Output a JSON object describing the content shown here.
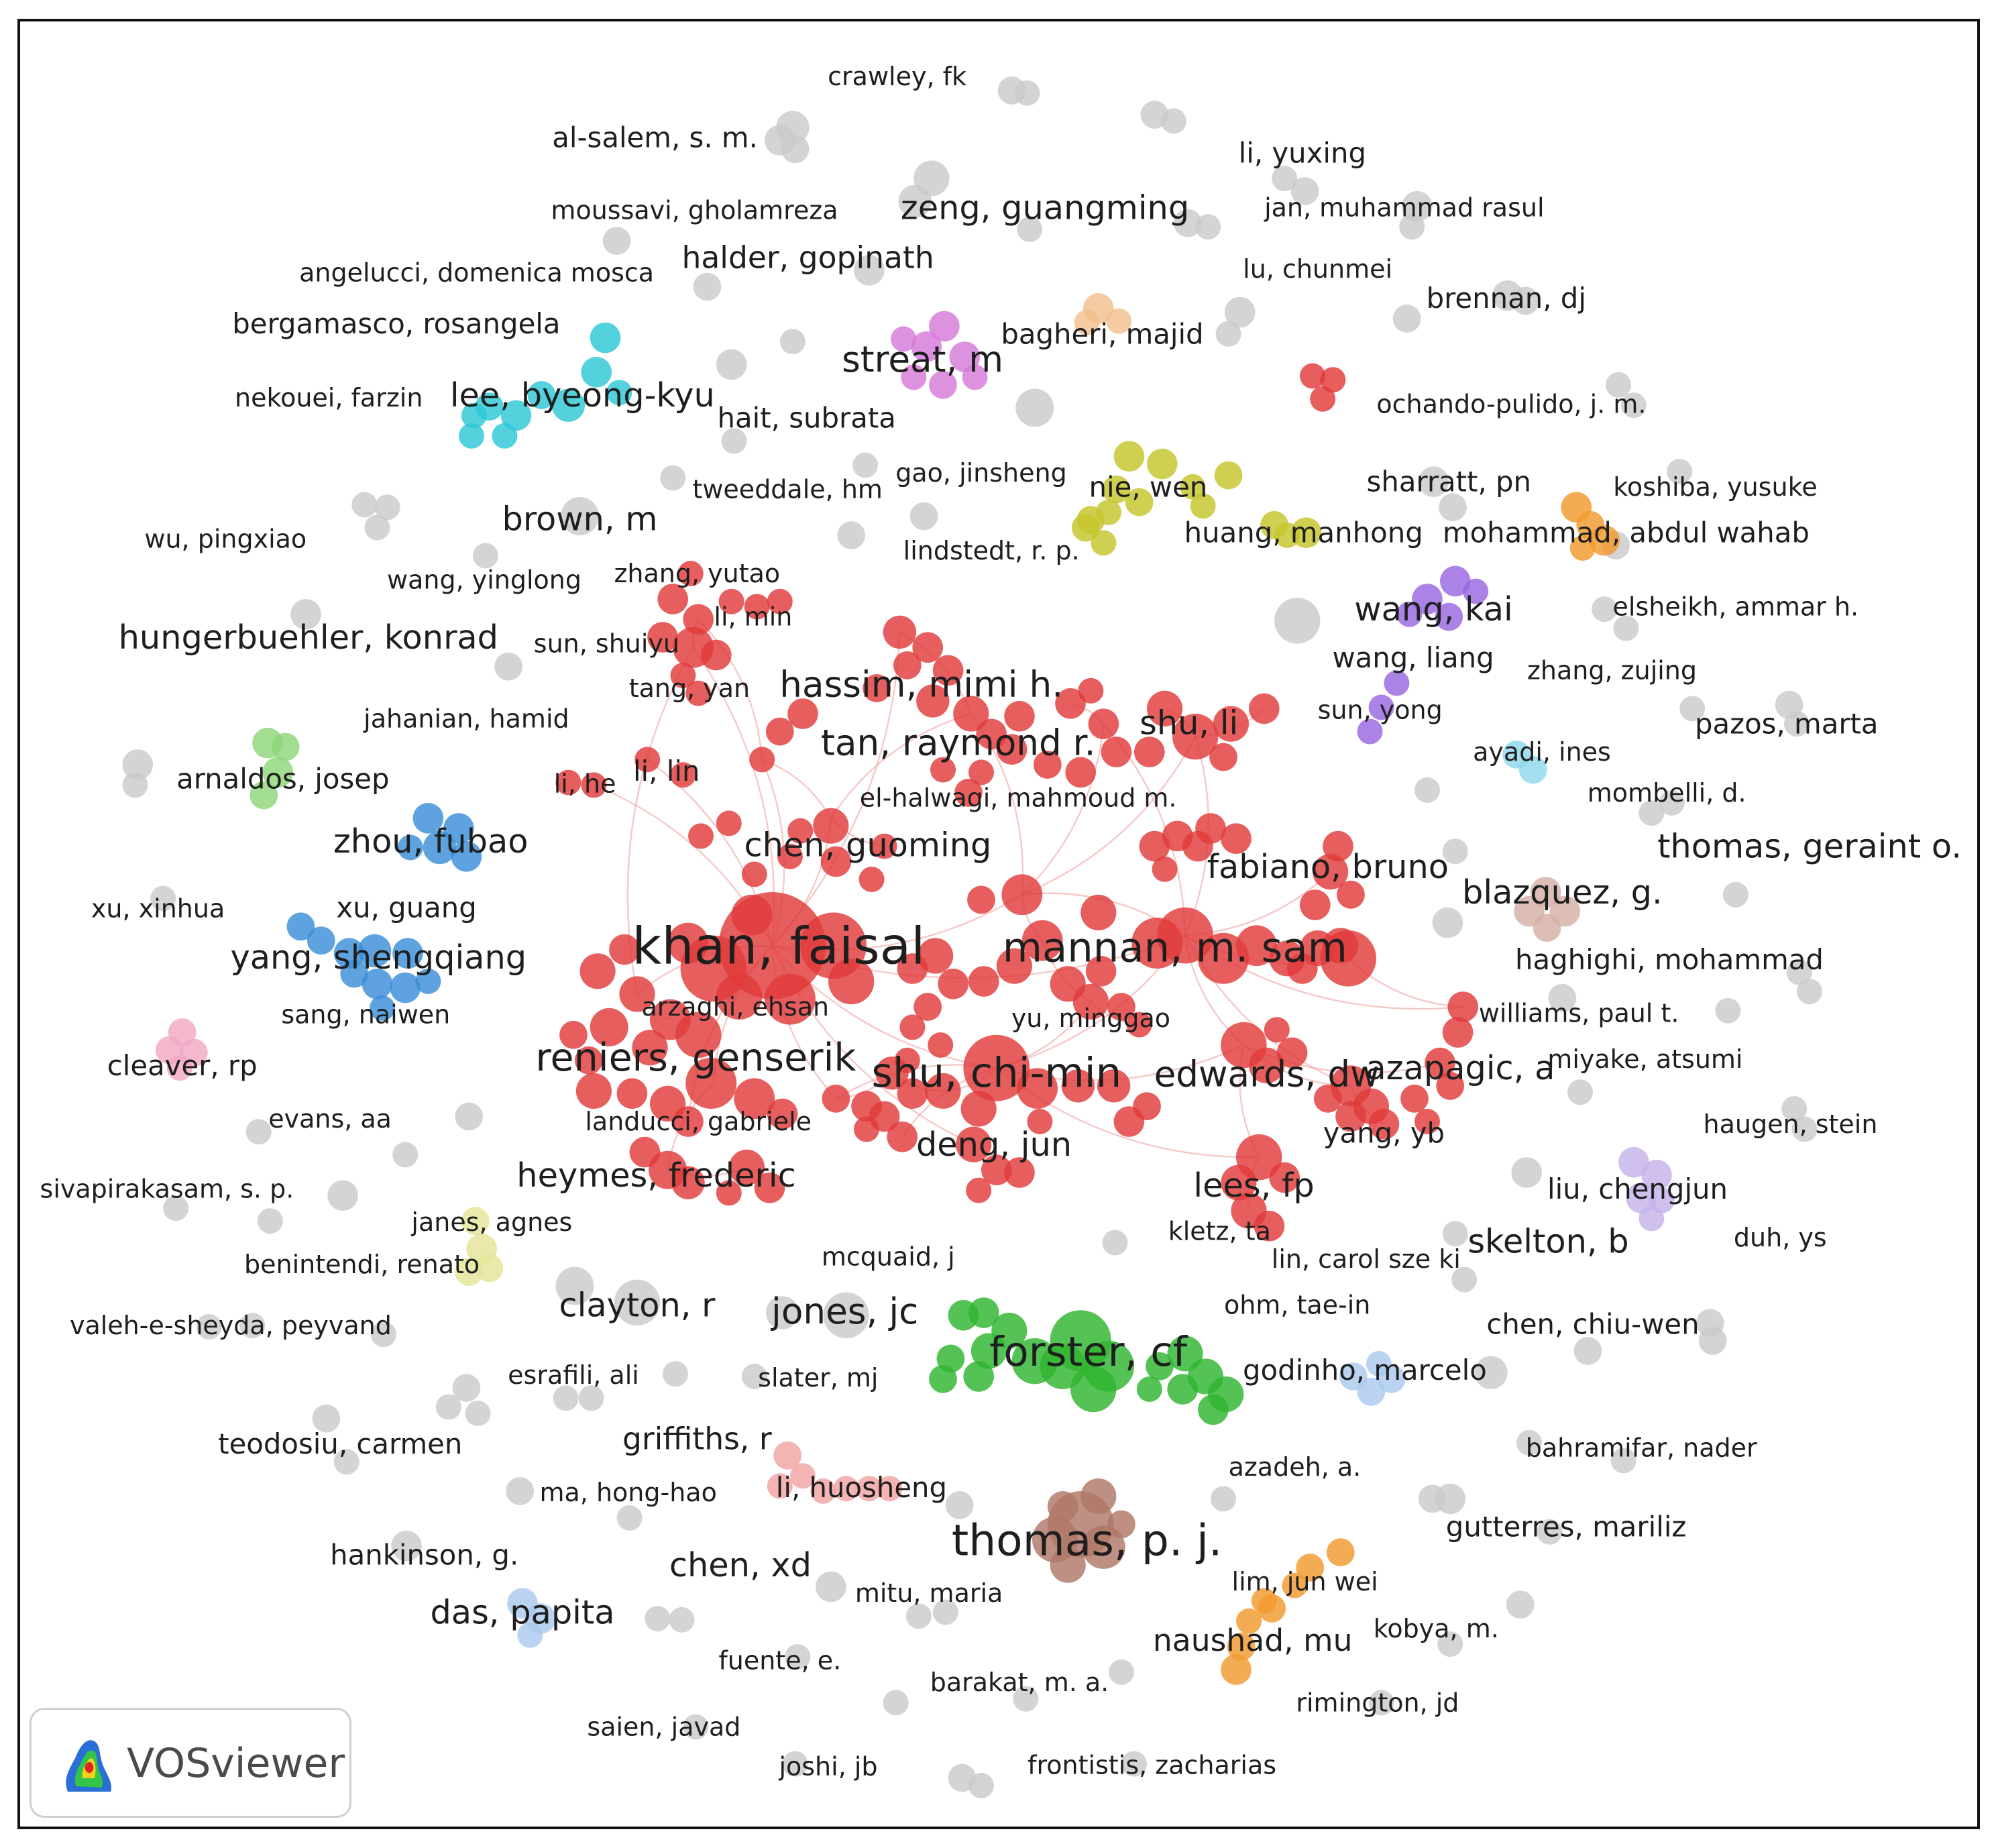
{
  "diagram": {
    "type": "co-authorship network map",
    "colors": {
      "grey": "#cbcbcb",
      "red": "#e03b3b",
      "green": "#2fb52f",
      "blue": "#3b8fd8",
      "cyan": "#2dc7d6",
      "purple": "#9966e0",
      "yellowgreen": "#c4c62c",
      "orange": "#f29a2e",
      "brown": "#b07868",
      "magenta": "#d57ad8",
      "pink": "#f2a8c4",
      "lightgreen": "#8ed67a",
      "lightblue": "#a9c9ee",
      "lightcyan": "#8fd8ea",
      "lavender": "#c5b2ea",
      "paleyellow": "#e4e49a",
      "peach": "#f2c08f",
      "lightbrown": "#d4b0a6",
      "salmon": "#f2a4a4",
      "edge": "#ee9a9a"
    },
    "labels": [
      {
        "text": "crawley, fk",
        "cluster": "grey"
      },
      {
        "text": "al-salem, s. m.",
        "cluster": "grey"
      },
      {
        "text": "li, yuxing",
        "cluster": "grey"
      },
      {
        "text": "moussavi, gholamreza",
        "cluster": "grey"
      },
      {
        "text": "zeng, guangming",
        "cluster": "grey"
      },
      {
        "text": "jan, muhammad rasul",
        "cluster": "grey"
      },
      {
        "text": "angelucci, domenica mosca",
        "cluster": "grey"
      },
      {
        "text": "halder, gopinath",
        "cluster": "grey"
      },
      {
        "text": "lu, chunmei",
        "cluster": "grey"
      },
      {
        "text": "brennan, dj",
        "cluster": "grey"
      },
      {
        "text": "bergamasco, rosangela",
        "cluster": "grey"
      },
      {
        "text": "bagheri, majid",
        "cluster": "peach"
      },
      {
        "text": "streat, m",
        "cluster": "magenta"
      },
      {
        "text": "nekouei, farzin",
        "cluster": "grey"
      },
      {
        "text": "lee, byeong-kyu",
        "cluster": "cyan"
      },
      {
        "text": "hait, subrata",
        "cluster": "grey"
      },
      {
        "text": "ochando-pulido, j. m.",
        "cluster": "red"
      },
      {
        "text": "gao, jinsheng",
        "cluster": "grey"
      },
      {
        "text": "tweeddale, hm",
        "cluster": "grey"
      },
      {
        "text": "nie, wen",
        "cluster": "yellowgreen"
      },
      {
        "text": "sharratt, pn",
        "cluster": "grey"
      },
      {
        "text": "koshiba, yusuke",
        "cluster": "grey"
      },
      {
        "text": "brown, m",
        "cluster": "grey"
      },
      {
        "text": "wu, pingxiao",
        "cluster": "grey"
      },
      {
        "text": "lindstedt, r. p.",
        "cluster": "grey"
      },
      {
        "text": "huang, manhong",
        "cluster": "yellowgreen"
      },
      {
        "text": "mohammad, abdul wahab",
        "cluster": "orange"
      },
      {
        "text": "zhang, yutao",
        "cluster": "red"
      },
      {
        "text": "wang, yinglong",
        "cluster": "grey"
      },
      {
        "text": "wang, kai",
        "cluster": "purple"
      },
      {
        "text": "elsheikh, ammar h.",
        "cluster": "grey"
      },
      {
        "text": "li, min",
        "cluster": "red"
      },
      {
        "text": "hungerbuehler, konrad",
        "cluster": "grey"
      },
      {
        "text": "sun, shuiyu",
        "cluster": "red"
      },
      {
        "text": "wang, liang",
        "cluster": "purple"
      },
      {
        "text": "zhang, zujing",
        "cluster": "grey"
      },
      {
        "text": "hassim, mimi h.",
        "cluster": "red"
      },
      {
        "text": "tang, yan",
        "cluster": "red"
      },
      {
        "text": "jahanian, hamid",
        "cluster": "grey"
      },
      {
        "text": "shu, li",
        "cluster": "red"
      },
      {
        "text": "sun, yong",
        "cluster": "purple"
      },
      {
        "text": "pazos, marta",
        "cluster": "grey"
      },
      {
        "text": "tan, raymond r.",
        "cluster": "red"
      },
      {
        "text": "ayadi, ines",
        "cluster": "lightcyan"
      },
      {
        "text": "arnaldos, josep",
        "cluster": "lightgreen"
      },
      {
        "text": "li, he",
        "cluster": "red"
      },
      {
        "text": "li, lin",
        "cluster": "red"
      },
      {
        "text": "el-halwagi, mahmoud m.",
        "cluster": "red"
      },
      {
        "text": "mombelli, d.",
        "cluster": "grey"
      },
      {
        "text": "zhou, fubao",
        "cluster": "blue"
      },
      {
        "text": "chen, guoming",
        "cluster": "red"
      },
      {
        "text": "thomas, geraint o.",
        "cluster": "grey"
      },
      {
        "text": "fabiano, bruno",
        "cluster": "red"
      },
      {
        "text": "xu, xinhua",
        "cluster": "grey"
      },
      {
        "text": "xu, guang",
        "cluster": "blue"
      },
      {
        "text": "blazquez, g.",
        "cluster": "lightbrown"
      },
      {
        "text": "khan, faisal",
        "cluster": "red"
      },
      {
        "text": "mannan, m. sam",
        "cluster": "red"
      },
      {
        "text": "yang, shengqiang",
        "cluster": "blue"
      },
      {
        "text": "haghighi, mohammad",
        "cluster": "grey"
      },
      {
        "text": "arzaghi, ehsan",
        "cluster": "red"
      },
      {
        "text": "sang, naiwen",
        "cluster": "blue"
      },
      {
        "text": "yu, minggao",
        "cluster": "red"
      },
      {
        "text": "williams, paul t.",
        "cluster": "grey"
      },
      {
        "text": "cleaver, rp",
        "cluster": "pink"
      },
      {
        "text": "reniers, genserik",
        "cluster": "red"
      },
      {
        "text": "miyake, atsumi",
        "cluster": "grey"
      },
      {
        "text": "azapagic, a",
        "cluster": "red"
      },
      {
        "text": "shu, chi-min",
        "cluster": "red"
      },
      {
        "text": "edwards, dw",
        "cluster": "red"
      },
      {
        "text": "evans, aa",
        "cluster": "grey"
      },
      {
        "text": "landucci, gabriele",
        "cluster": "red"
      },
      {
        "text": "yang, yb",
        "cluster": "red"
      },
      {
        "text": "haugen, stein",
        "cluster": "grey"
      },
      {
        "text": "deng, jun",
        "cluster": "red"
      },
      {
        "text": "heymes, frederic",
        "cluster": "red"
      },
      {
        "text": "sivapirakasam, s. p.",
        "cluster": "grey"
      },
      {
        "text": "lees, fp",
        "cluster": "red"
      },
      {
        "text": "liu, chengjun",
        "cluster": "lavender"
      },
      {
        "text": "janes, agnes",
        "cluster": "paleyellow"
      },
      {
        "text": "kletz, ta",
        "cluster": "red"
      },
      {
        "text": "duh, ys",
        "cluster": "grey"
      },
      {
        "text": "skelton, b",
        "cluster": "grey"
      },
      {
        "text": "benintendi, renato",
        "cluster": "paleyellow"
      },
      {
        "text": "mcquaid, j",
        "cluster": "grey"
      },
      {
        "text": "lin, carol sze ki",
        "cluster": "grey"
      },
      {
        "text": "clayton, r",
        "cluster": "grey"
      },
      {
        "text": "jones, jc",
        "cluster": "grey"
      },
      {
        "text": "ohm, tae-in",
        "cluster": "grey"
      },
      {
        "text": "valeh-e-sheyda, peyvand",
        "cluster": "grey"
      },
      {
        "text": "chen, chiu-wen",
        "cluster": "grey"
      },
      {
        "text": "forster, cf",
        "cluster": "green"
      },
      {
        "text": "godinho, marcelo",
        "cluster": "lightblue"
      },
      {
        "text": "esrafili, ali",
        "cluster": "grey"
      },
      {
        "text": "slater, mj",
        "cluster": "grey"
      },
      {
        "text": "teodosiu, carmen",
        "cluster": "grey"
      },
      {
        "text": "griffiths, r",
        "cluster": "grey"
      },
      {
        "text": "bahramifar, nader",
        "cluster": "grey"
      },
      {
        "text": "azadeh, a.",
        "cluster": "grey"
      },
      {
        "text": "li, huosheng",
        "cluster": "salmon"
      },
      {
        "text": "ma, hong-hao",
        "cluster": "grey"
      },
      {
        "text": "gutterres, mariliz",
        "cluster": "grey"
      },
      {
        "text": "thomas, p. j.",
        "cluster": "brown"
      },
      {
        "text": "hankinson, g.",
        "cluster": "grey"
      },
      {
        "text": "chen, xd",
        "cluster": "grey"
      },
      {
        "text": "lim, jun wei",
        "cluster": "orange"
      },
      {
        "text": "mitu, maria",
        "cluster": "grey"
      },
      {
        "text": "das, papita",
        "cluster": "lightblue"
      },
      {
        "text": "naushad, mu",
        "cluster": "orange"
      },
      {
        "text": "kobya, m.",
        "cluster": "grey"
      },
      {
        "text": "fuente, e.",
        "cluster": "grey"
      },
      {
        "text": "barakat, m. a.",
        "cluster": "grey"
      },
      {
        "text": "rimington, jd",
        "cluster": "grey"
      },
      {
        "text": "saien, javad",
        "cluster": "grey"
      },
      {
        "text": "joshi, jb",
        "cluster": "grey"
      },
      {
        "text": "frontistis, zacharias",
        "cluster": "grey"
      }
    ]
  },
  "logo": {
    "text": "VOSviewer",
    "icon": "vosviewer-logo-icon"
  }
}
